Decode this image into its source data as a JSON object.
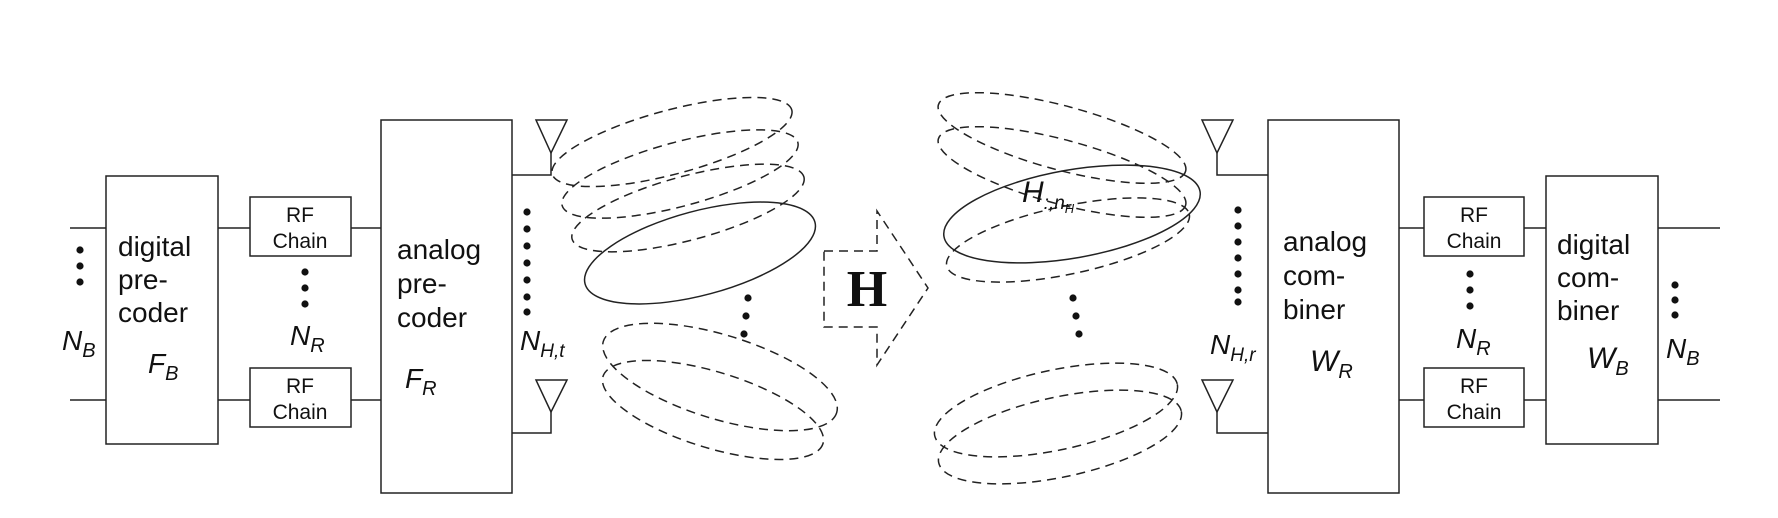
{
  "colors": {
    "stroke": "#222222",
    "text": "#111111",
    "background": "#ffffff"
  },
  "transmitter": {
    "digital_precoder": {
      "line1": "digital",
      "line2": "pre-",
      "line3": "coder",
      "symbol": "F",
      "subscript": "B"
    },
    "input_streams": {
      "symbol": "N",
      "subscript": "B"
    },
    "rf_chain_top": {
      "line1": "RF",
      "line2": "Chain"
    },
    "rf_chain_bottom": {
      "line1": "RF",
      "line2": "Chain"
    },
    "rf_count": {
      "symbol": "N",
      "subscript": "R"
    },
    "analog_precoder": {
      "line1": "analog",
      "line2": "pre-",
      "line3": "coder",
      "symbol": "F",
      "subscript": "R"
    },
    "antenna_count": {
      "symbol": "N",
      "subscript": "H,t"
    }
  },
  "channel": {
    "symbol": "H",
    "beam_label": {
      "symbol": "H",
      "subscript": ":,n",
      "subsub": "H"
    }
  },
  "receiver": {
    "analog_combiner": {
      "line1": "analog",
      "line2": "com-",
      "line3": "biner",
      "symbol": "W",
      "subscript": "R"
    },
    "antenna_count": {
      "symbol": "N",
      "subscript": "H,r"
    },
    "rf_chain_top": {
      "line1": "RF",
      "line2": "Chain"
    },
    "rf_chain_bottom": {
      "line1": "RF",
      "line2": "Chain"
    },
    "rf_count": {
      "symbol": "N",
      "subscript": "R"
    },
    "digital_combiner": {
      "line1": "digital",
      "line2": "com-",
      "line3": "biner",
      "symbol": "W",
      "subscript": "B"
    },
    "output_streams": {
      "symbol": "N",
      "subscript": "B"
    }
  }
}
